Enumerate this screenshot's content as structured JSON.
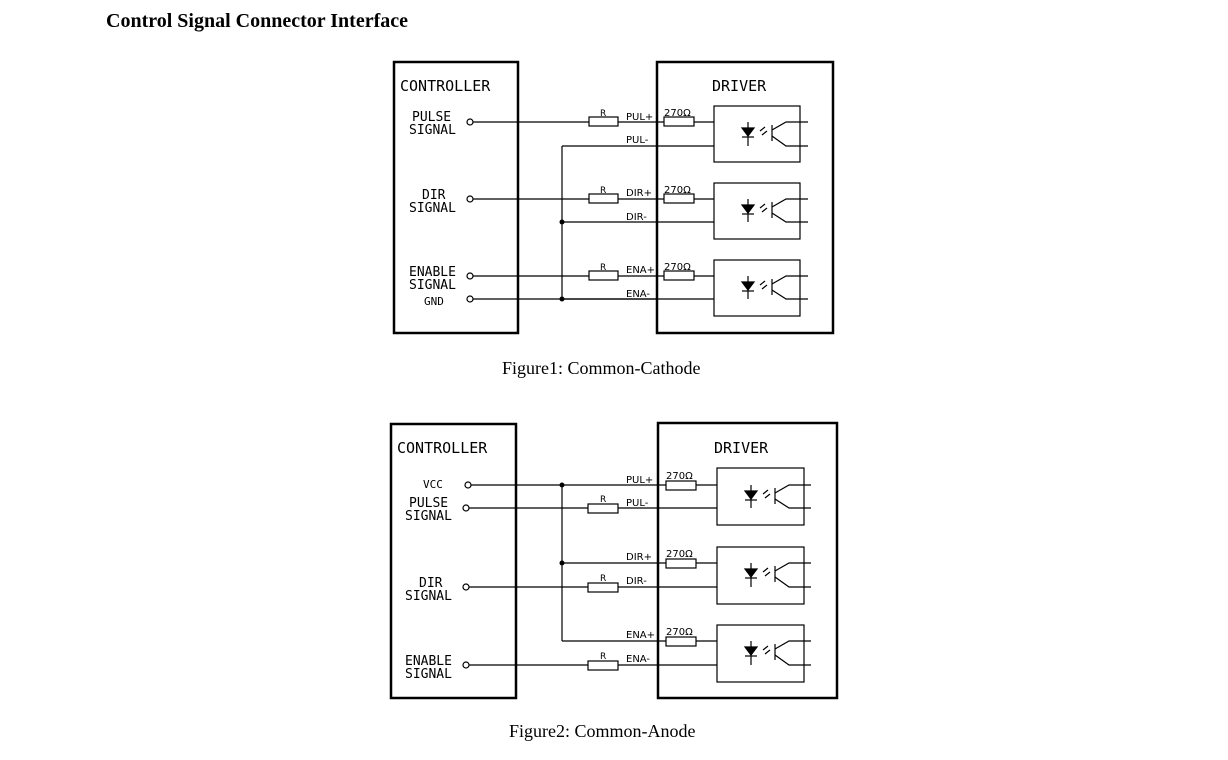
{
  "title": "Control Signal Connector Interface",
  "figure1": {
    "caption": "Figure1: Common-Cathode",
    "controller_label": "CONTROLLER",
    "driver_label": "DRIVER",
    "signals": [
      {
        "line1": "PULSE",
        "line2": "SIGNAL"
      },
      {
        "line1": "DIR",
        "line2": "SIGNAL"
      },
      {
        "line1": "ENABLE",
        "line2": "SIGNAL"
      }
    ],
    "gnd_label": "GND",
    "resistor_label": "R",
    "ohm_label": "270Ω",
    "terminals": [
      "PUL+",
      "PUL-",
      "DIR+",
      "DIR-",
      "ENA+",
      "ENA-"
    ]
  },
  "figure2": {
    "caption": "Figure2: Common-Anode",
    "controller_label": "CONTROLLER",
    "driver_label": "DRIVER",
    "vcc_label": "VCC",
    "signals": [
      {
        "line1": "PULSE",
        "line2": "SIGNAL"
      },
      {
        "line1": "DIR",
        "line2": "SIGNAL"
      },
      {
        "line1": "ENABLE",
        "line2": "SIGNAL"
      }
    ],
    "resistor_label": "R",
    "ohm_label": "270Ω",
    "terminals": [
      "PUL+",
      "PUL-",
      "DIR+",
      "DIR-",
      "ENA+",
      "ENA-"
    ]
  }
}
